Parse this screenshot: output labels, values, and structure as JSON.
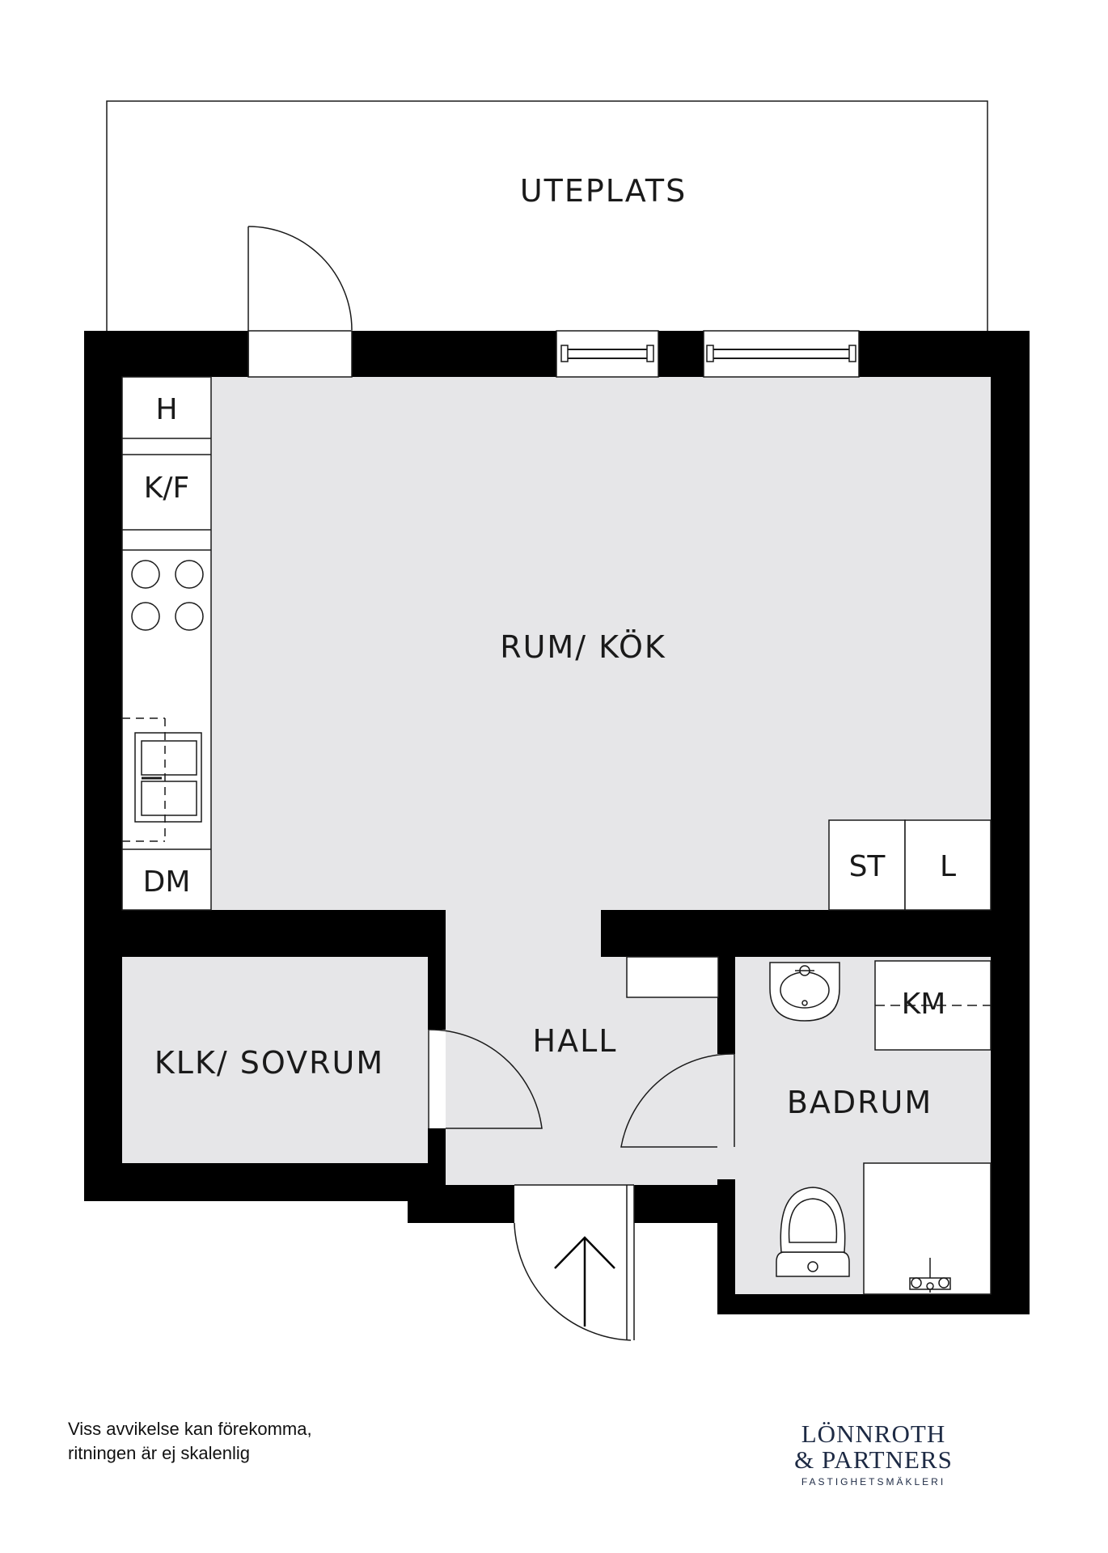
{
  "rooms": {
    "uteplats": "UTEPLATS",
    "rum_kok": "RUM/ KÖK",
    "hall": "HALL",
    "klk_sovrum": "KLK/ SOVRUM",
    "badrum": "BADRUM"
  },
  "fixtures": {
    "h": "H",
    "kf": "K/F",
    "dm": "DM",
    "st": "ST",
    "l": "L",
    "km": "KM"
  },
  "disclaimer": {
    "line1": "Viss avvikelse kan förekomma,",
    "line2": "ritningen är ej skalenlig"
  },
  "brand": {
    "line1": "LÖNNROTH",
    "line2": "& PARTNERS",
    "line3": "FASTIGHETSMÄKLERI"
  },
  "colors": {
    "wall": "#000000",
    "floor": "#e6e6e8",
    "line": "#1a1a1a",
    "brand": "#1d2a44"
  }
}
